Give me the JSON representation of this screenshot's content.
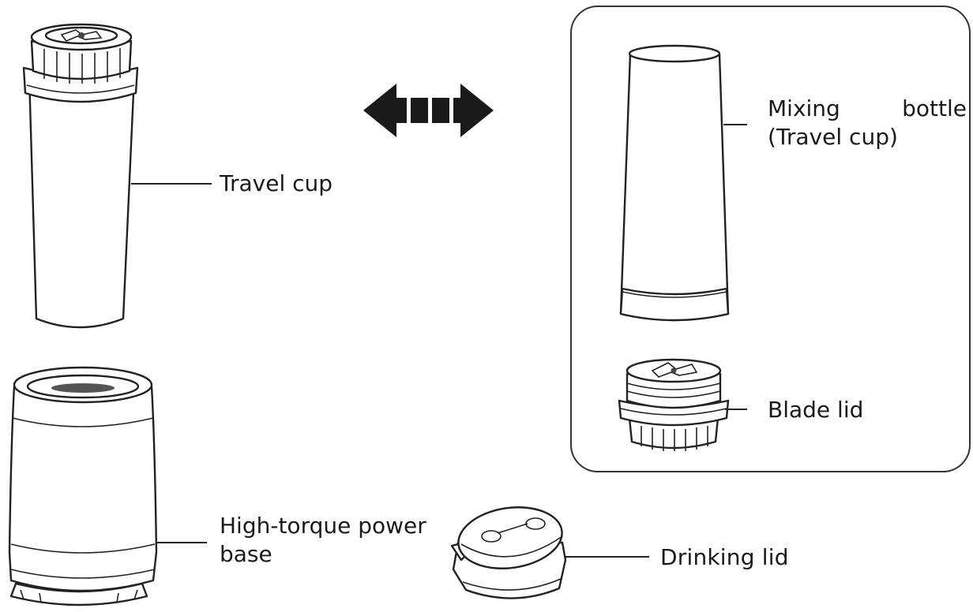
{
  "labels": {
    "travel_cup": "Travel cup",
    "power_base_line1": "High-torque power",
    "power_base_line2": "base",
    "mixing_bottle_line1": "Mixing bottle",
    "mixing_bottle_line2": "(Travel cup)",
    "blade_lid": "Blade lid",
    "drinking_lid": "Drinking lid"
  },
  "icons": {
    "exchange_arrow": "double-headed-arrow-icon"
  }
}
